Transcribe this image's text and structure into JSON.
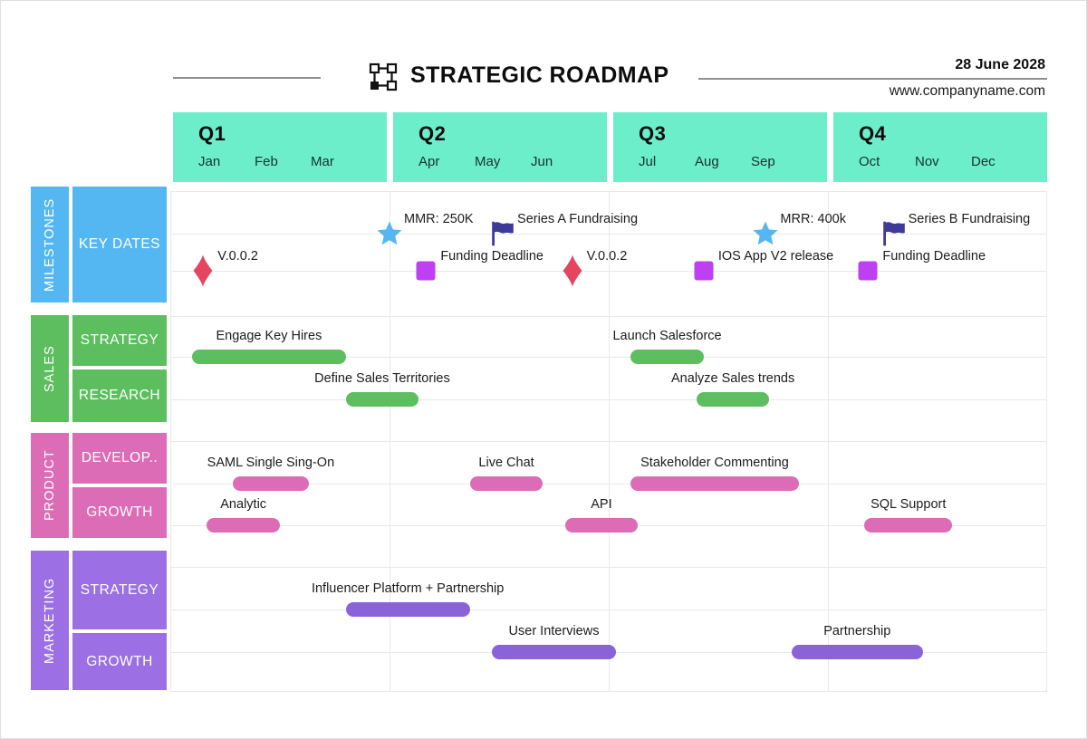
{
  "theme": {
    "quarter_header_bg": "#6deecb",
    "grid_line_color": "#e9e9e9",
    "header_rule_color": "#8f8f8f"
  },
  "header": {
    "title": "STRATEGIC ROADMAP",
    "date": "28 June 2028",
    "website": "www.companyname.com",
    "logo_icon": "connected-squares-icon"
  },
  "quarters": [
    {
      "label": "Q1",
      "months": [
        "Jan",
        "Feb",
        "Mar"
      ]
    },
    {
      "label": "Q2",
      "months": [
        "Apr",
        "May",
        "Jun"
      ]
    },
    {
      "label": "Q3",
      "months": [
        "Jul",
        "Aug",
        "Sep"
      ]
    },
    {
      "label": "Q4",
      "months": [
        "Oct",
        "Nov",
        "Dec"
      ]
    }
  ],
  "sidebar": {
    "sections": [
      {
        "name": "MILESTONES",
        "color": "#55b7f1",
        "rows": [
          {
            "label": "KEY DATES"
          }
        ]
      },
      {
        "name": "SALES",
        "color": "#5cbe5e",
        "rows": [
          {
            "label": "STRATEGY"
          },
          {
            "label": "RESEARCH"
          }
        ]
      },
      {
        "name": "PRODUCT",
        "color": "#dd6cb6",
        "rows": [
          {
            "label": "DEVELOP.."
          },
          {
            "label": "GROWTH"
          }
        ]
      },
      {
        "name": "MARKETING",
        "color": "#9c6fe4",
        "rows": [
          {
            "label": "STRATEGY"
          },
          {
            "label": "GROWTH"
          }
        ]
      }
    ]
  },
  "chart_data": {
    "type": "gantt",
    "title": "STRATEGIC ROADMAP",
    "x_axis": {
      "unit": "month",
      "range": [
        0,
        12
      ],
      "tick_labels": [
        "Jan",
        "Feb",
        "Mar",
        "Apr",
        "May",
        "Jun",
        "Jul",
        "Aug",
        "Sep",
        "Oct",
        "Nov",
        "Dec"
      ],
      "quarter_boundaries_month": [
        3,
        6,
        9
      ],
      "grid": true
    },
    "lanes": [
      "key-dates-upper",
      "key-dates-lower",
      "sales-strategy",
      "sales-research",
      "product-develop",
      "product-growth",
      "marketing-strategy",
      "marketing-growth"
    ],
    "milestones": [
      {
        "label": "V.0.0.2",
        "icon": "diamond",
        "color": "#e5455f",
        "lane": "key-dates-lower",
        "month": 0.45
      },
      {
        "label": "MMR: 250K",
        "icon": "star",
        "color": "#55b7f1",
        "lane": "key-dates-upper",
        "month": 3.0
      },
      {
        "label": "Funding Deadline",
        "icon": "square",
        "color": "#bf3ff2",
        "lane": "key-dates-lower",
        "month": 3.5
      },
      {
        "label": "Series A Fundraising",
        "icon": "flag",
        "color": "#3d3a99",
        "lane": "key-dates-upper",
        "month": 4.55
      },
      {
        "label": "V.0.0.2",
        "icon": "diamond",
        "color": "#e5455f",
        "lane": "key-dates-lower",
        "month": 5.5
      },
      {
        "label": "IOS App V2 release",
        "icon": "square",
        "color": "#bf3ff2",
        "lane": "key-dates-lower",
        "month": 7.3
      },
      {
        "label": "MRR: 400k",
        "icon": "star",
        "color": "#55b7f1",
        "lane": "key-dates-upper",
        "month": 8.15
      },
      {
        "label": "Funding Deadline",
        "icon": "square",
        "color": "#bf3ff2",
        "lane": "key-dates-lower",
        "month": 9.55
      },
      {
        "label": "Series B Fundraising",
        "icon": "flag",
        "color": "#3d3a99",
        "lane": "key-dates-upper",
        "month": 9.9
      }
    ],
    "bars": [
      {
        "label": "Engage Key Hires",
        "lane": "sales-strategy",
        "start": 0.3,
        "end": 2.4,
        "color": "#5cbe5e"
      },
      {
        "label": "Define Sales Territories",
        "lane": "sales-research",
        "start": 2.4,
        "end": 3.4,
        "color": "#5cbe5e"
      },
      {
        "label": "Launch Salesforce",
        "lane": "sales-strategy",
        "start": 6.3,
        "end": 7.3,
        "color": "#5cbe5e"
      },
      {
        "label": "Analyze Sales trends",
        "lane": "sales-research",
        "start": 7.2,
        "end": 8.2,
        "color": "#5cbe5e"
      },
      {
        "label": "SAML Single Sing-On",
        "lane": "product-develop",
        "start": 0.85,
        "end": 1.9,
        "color": "#dd6cb6"
      },
      {
        "label": "Live Chat",
        "lane": "product-develop",
        "start": 4.1,
        "end": 5.1,
        "color": "#dd6cb6"
      },
      {
        "label": "Stakeholder Commenting",
        "lane": "product-develop",
        "start": 6.3,
        "end": 8.6,
        "color": "#dd6cb6"
      },
      {
        "label": "Analytic",
        "lane": "product-growth",
        "start": 0.5,
        "end": 1.5,
        "color": "#dd6cb6"
      },
      {
        "label": "API",
        "lane": "product-growth",
        "start": 5.4,
        "end": 6.4,
        "color": "#dd6cb6"
      },
      {
        "label": "SQL Support",
        "lane": "product-growth",
        "start": 9.5,
        "end": 10.7,
        "color": "#dd6cb6"
      },
      {
        "label": "Influencer Platform + Partnership",
        "lane": "marketing-strategy",
        "start": 2.4,
        "end": 4.1,
        "color": "#8b63d9"
      },
      {
        "label": "User Interviews",
        "lane": "marketing-growth",
        "start": 4.4,
        "end": 6.1,
        "color": "#8b63d9"
      },
      {
        "label": "Partnership",
        "lane": "marketing-growth",
        "start": 8.5,
        "end": 10.3,
        "color": "#8b63d9"
      }
    ]
  }
}
